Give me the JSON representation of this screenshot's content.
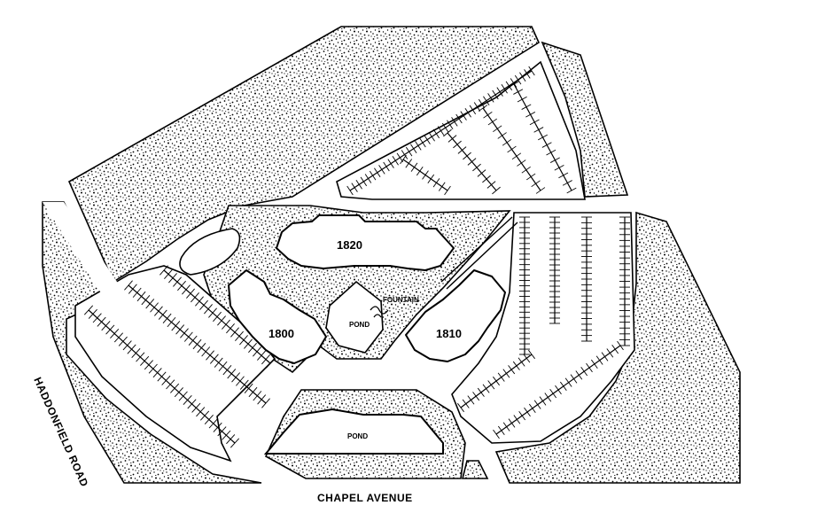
{
  "map": {
    "buildings": [
      {
        "id": "1820",
        "label": "1820"
      },
      {
        "id": "1800",
        "label": "1800"
      },
      {
        "id": "1810",
        "label": "1810"
      }
    ],
    "features": {
      "fountain": "FOUNTAIN",
      "pond_small": "POND",
      "pond_large": "POND"
    },
    "roads": {
      "south": "CHAPEL AVENUE",
      "west": "HADDONFIELD ROAD"
    }
  },
  "colors": {
    "ink": "#000000",
    "paper": "#ffffff"
  }
}
